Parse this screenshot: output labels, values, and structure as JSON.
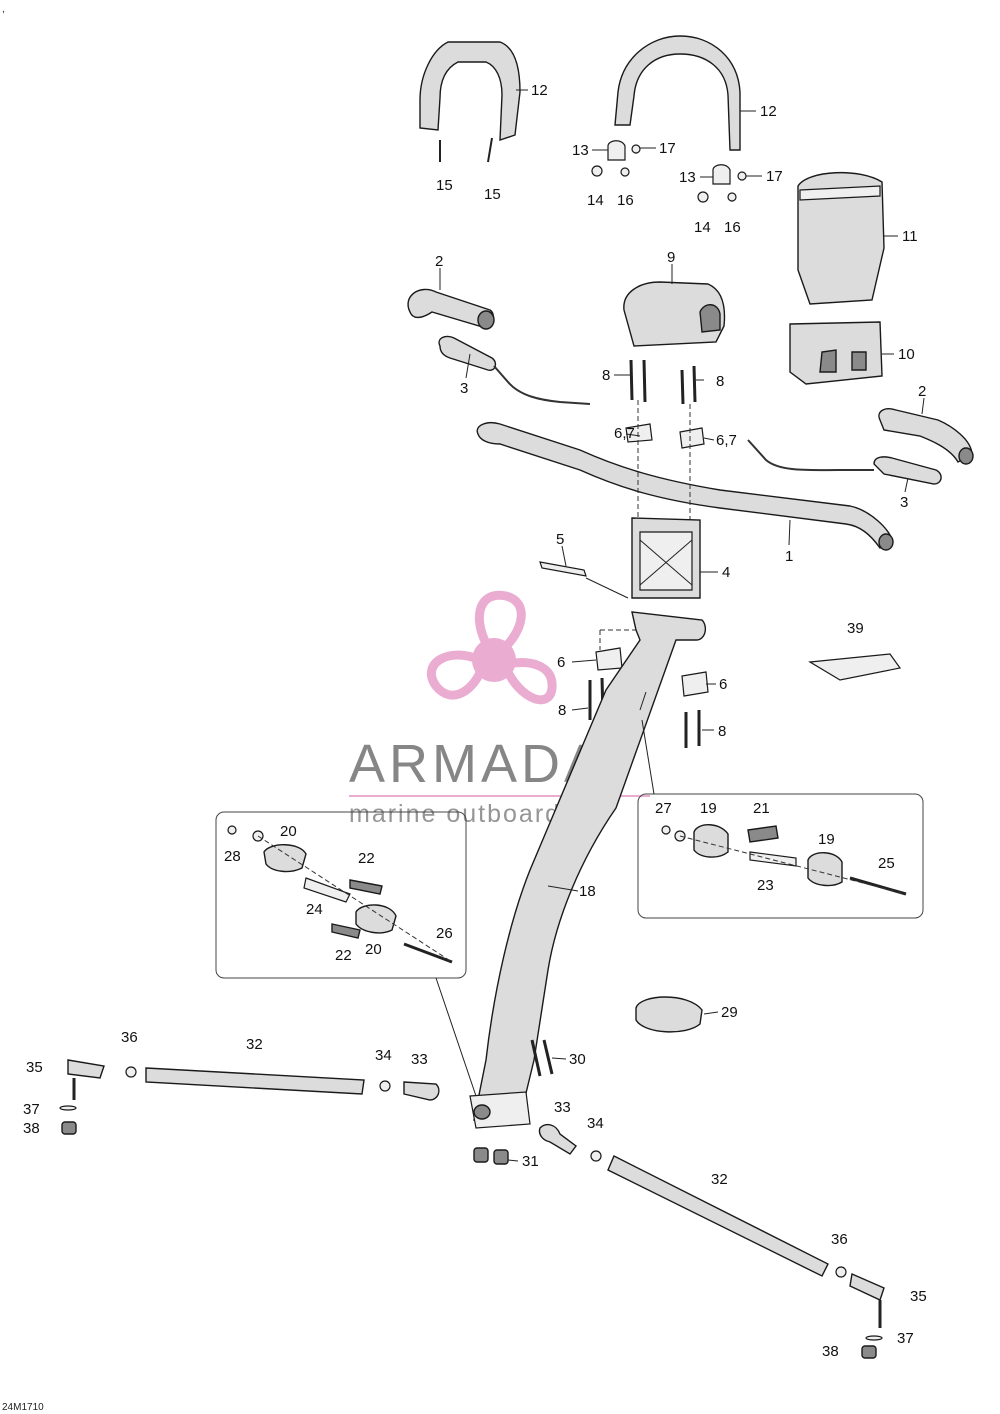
{
  "mark": ",",
  "diagram_code": "24M1710",
  "watermark": {
    "brand": "ARMADA",
    "tagline": "marine outboards"
  },
  "colors": {
    "watermark_pink": "#e8a4cc",
    "watermark_gray": "#7a7a7a"
  },
  "callouts": [
    "1",
    "2",
    "2",
    "3",
    "3",
    "4",
    "5",
    "6",
    "6",
    "6,7",
    "6,7",
    "8",
    "8",
    "8",
    "8",
    "9",
    "10",
    "11",
    "12",
    "12",
    "13",
    "13",
    "14",
    "14",
    "15",
    "15",
    "16",
    "16",
    "17",
    "17",
    "18",
    "19",
    "19",
    "20",
    "20",
    "21",
    "22",
    "22",
    "23",
    "24",
    "25",
    "26",
    "27",
    "28",
    "29",
    "30",
    "31",
    "32",
    "32",
    "33",
    "33",
    "34",
    "34",
    "35",
    "35",
    "36",
    "36",
    "37",
    "37",
    "38",
    "38",
    "39"
  ]
}
